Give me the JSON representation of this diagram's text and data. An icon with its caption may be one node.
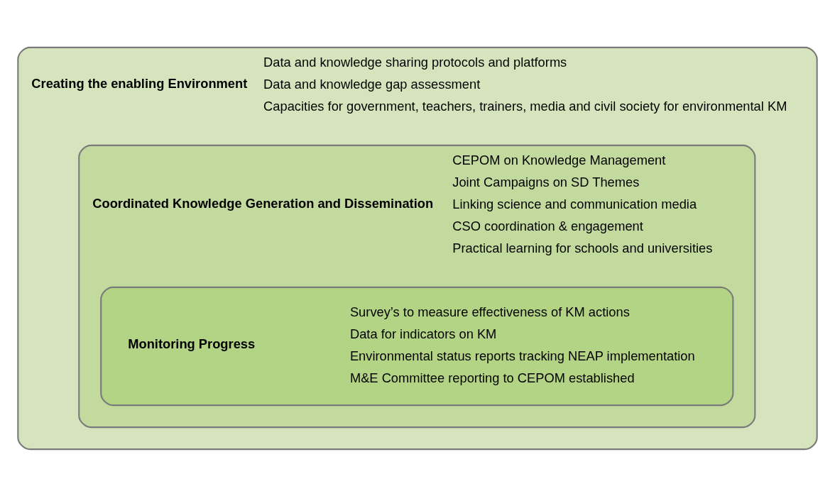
{
  "diagram": {
    "nodes": [
      {
        "text": [
          "Creating the enabling Environment",
          "Data and knowledge sharing protocols and platforms",
          "Data and knowledge gap assessment",
          "Capacities for government, teachers, trainers, media and civil society for environmental KM"
        ]
      },
      {
        "text": [
          "Coordinated Knowledge Generation and Dissemination",
          "CEPOM on Knowledge Management",
          "Joint Campaigns on SD Themes",
          "Linking science and communication media",
          "CSO coordination & engagement",
          "Practical learning for schools and universities"
        ],
        "in": 0
      },
      {
        "text": [
          "Monitoring Progress",
          "Survey’s to measure effectiveness of KM actions",
          "Data for indicators on KM",
          "Environmental status reports tracking NEAP implementation",
          "M&E Committee reporting to CEPOM established"
        ],
        "in": 1
      }
    ],
    "edges": []
  }
}
